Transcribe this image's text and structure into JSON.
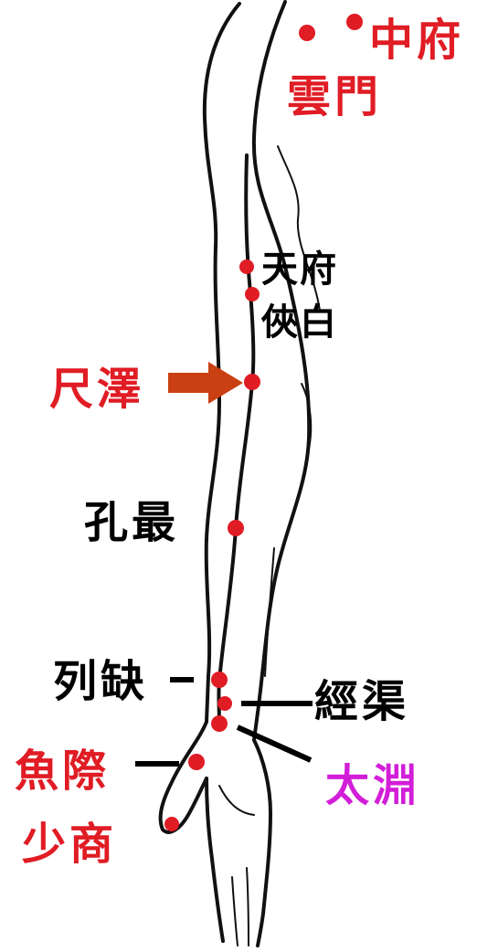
{
  "colors": {
    "point": "#e01c24",
    "label_red": "#e01c24",
    "label_black": "#000000",
    "label_magenta": "#d21ed8",
    "arrow": "#c94013",
    "outline": "#111111"
  },
  "labels": {
    "zhongfu": "中府",
    "yunmen": "雲門",
    "tianfu": "天府",
    "xiabai": "俠白",
    "chize": "尺澤",
    "kongzui": "孔最",
    "lieque": "列缺",
    "jingqu": "經渠",
    "yuji": "魚際",
    "taiyuan": "太淵",
    "shaoshang": "少商"
  }
}
